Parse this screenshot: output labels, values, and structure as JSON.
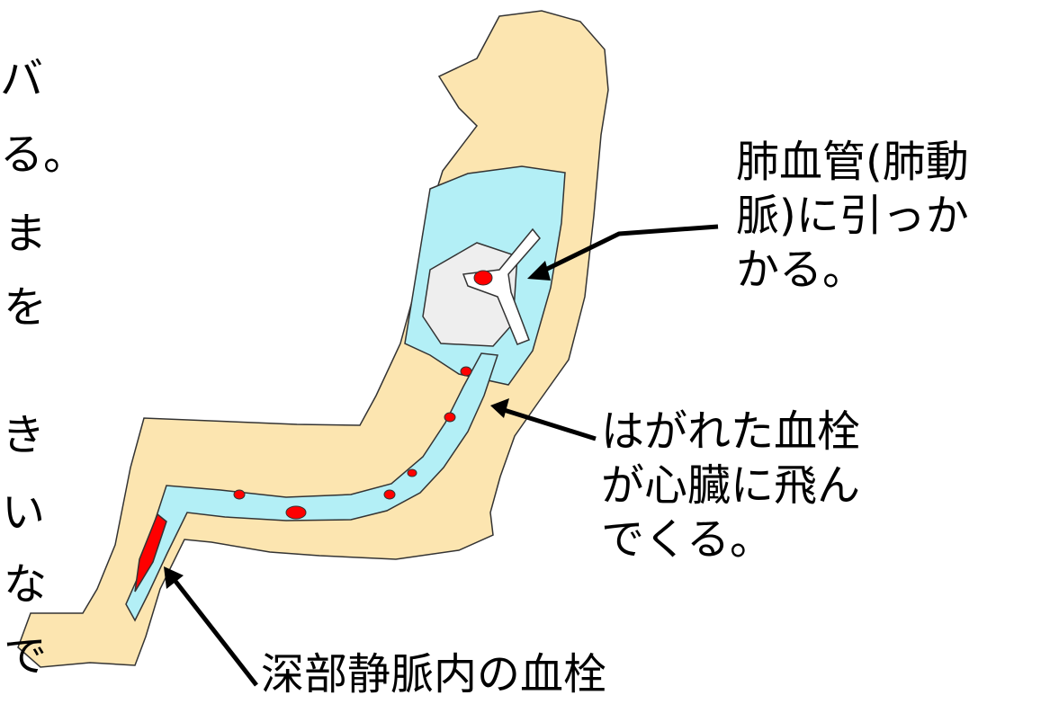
{
  "labels": {
    "pulmonary_line1": "肺血管(肺動",
    "pulmonary_line2": "脈)に引っか",
    "pulmonary_line3": "かる。",
    "detached_line1": "はがれた血栓",
    "detached_line2": "が心臓に飛ん",
    "detached_line3": "でくる。",
    "dvt": "深部静脈内の血栓"
  },
  "left_edge_fragments": [
    "バ",
    "る。",
    "ま",
    "を",
    "き",
    "い",
    "な",
    "で"
  ],
  "colors": {
    "body": "#FCE5B0",
    "vessel": "#B3EFF6",
    "heart": "#EEEEEE",
    "clot": "#FF0000",
    "outline": "#333333"
  }
}
